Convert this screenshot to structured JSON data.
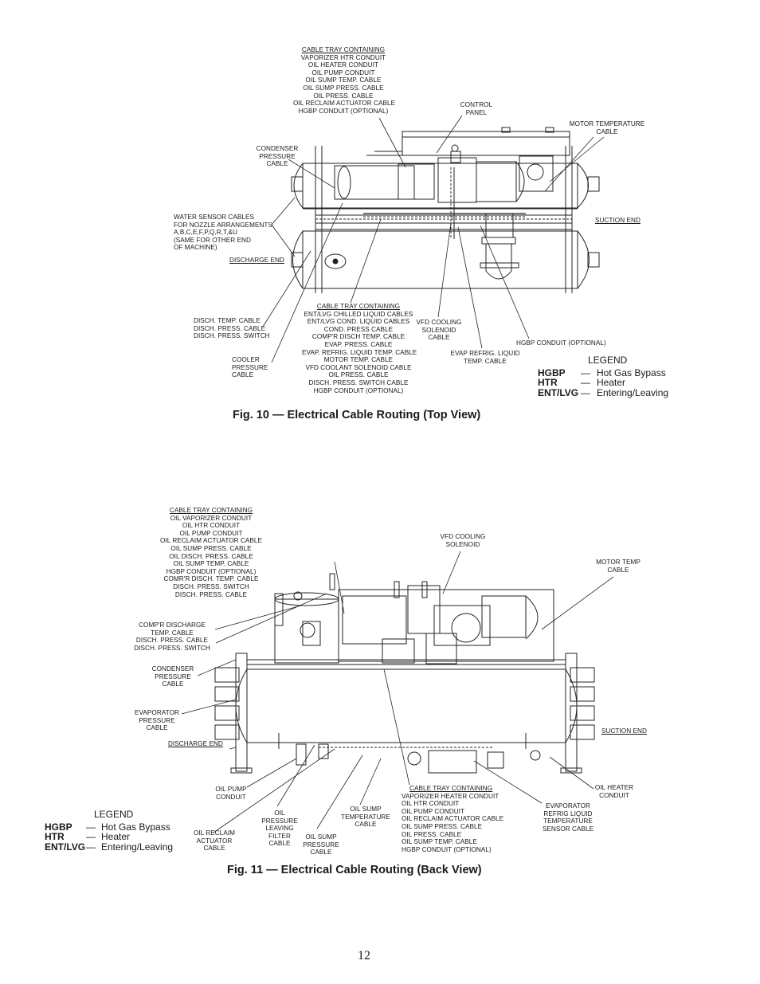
{
  "fig10": {
    "caption": "Fig. 10 — Electrical Cable Routing (Top View)",
    "labels": {
      "tray_top": [
        "CABLE TRAY CONTAINING",
        "VAPORIZER HTR CONDUIT",
        "OIL HEATER CONDUIT",
        "OIL PUMP CONDUIT",
        "OIL SUMP TEMP. CABLE",
        "OIL SUMP PRESS. CABLE",
        "OIL PRESS. CABLE",
        "OIL RECLAIM ACTUATOR CABLE",
        "HGBP CONDUIT (OPTIONAL)"
      ],
      "control_panel": [
        "CONTROL",
        "PANEL"
      ],
      "motor_temp": [
        "MOTOR TEMPERATURE",
        "CABLE"
      ],
      "condenser_pressure": [
        "CONDENSER",
        "PRESSURE",
        "CABLE"
      ],
      "water_sensor": [
        "WATER SENSOR CABLES",
        "FOR NOZZLE ARRANGEMENTS",
        "A,B,C,E,F,P,Q,R,T,&U",
        "(SAME FOR OTHER END",
        "OF MACHINE)"
      ],
      "suction_end": "SUCTION END",
      "discharge_end": "DISCHARGE END",
      "disch_cables": [
        "DISCH. TEMP. CABLE",
        "DISCH. PRESS. CABLE",
        "DISCH. PRESS. SWITCH"
      ],
      "cooler_pressure": [
        "COOLER",
        "PRESSURE",
        "CABLE"
      ],
      "tray_bottom": [
        "CABLE TRAY CONTAINING",
        "ENT/LVG CHILLED LIQUID CABLES",
        "ENT/LVG COND. LIQUID CABLES",
        "COND. PRESS CABLE",
        "COMP'R DISCH TEMP. CABLE",
        "EVAP. PRESS. CABLE",
        "EVAP. REFRIG. LIQUID TEMP. CABLE",
        "MOTOR TEMP. CABLE",
        "VFD COOLANT SOLENOID CABLE",
        "OIL PRESS. CABLE",
        "DISCH. PRESS. SWITCH CABLE",
        "HGBP CONDUIT (OPTIONAL)"
      ],
      "vfd_cooling": [
        "VFD COOLING",
        "SOLENOID",
        "CABLE"
      ],
      "evap_refrig": [
        "EVAP REFRIG. LIQUID",
        "TEMP. CABLE"
      ],
      "hgbp_conduit": "HGBP CONDUIT (OPTIONAL)"
    },
    "legend": {
      "title": "LEGEND",
      "rows": [
        {
          "abbr": "HGBP",
          "dash": "—",
          "text": "Hot Gas Bypass"
        },
        {
          "abbr": "HTR",
          "dash": "—",
          "text": "Heater"
        },
        {
          "abbr": "ENT/LVG",
          "dash": "—",
          "text": "Entering/Leaving"
        }
      ]
    }
  },
  "fig11": {
    "caption": "Fig. 11 — Electrical Cable Routing (Back View)",
    "labels": {
      "tray_top": [
        "CABLE TRAY CONTAINING",
        "OIL VAPORIZER CONDUIT",
        "OIL HTR CONDUIT",
        "OIL PUMP CONDUIT",
        "OIL RECLAIM ACTUATOR CABLE",
        "OIL SUMP PRESS. CABLE",
        "OIL DISCH. PRESS. CABLE",
        "OIL SUMP TEMP. CABLE",
        "HGBP CONDUIT (OPTIONAL)",
        "COMR'R DISCH. TEMP. CABLE",
        "DISCH. PRESS. SWITCH",
        "DISCH. PRESS. CABLE"
      ],
      "vfd_cooling": [
        "VFD COOLING",
        "SOLENOID"
      ],
      "motor_temp": [
        "MOTOR TEMP",
        "CABLE"
      ],
      "compr_discharge": [
        "COMP'R DISCHARGE",
        "TEMP. CABLE",
        "DISCH. PRESS. CABLE",
        "DISCH. PRESS. SWITCH"
      ],
      "condenser_pressure": [
        "CONDENSER",
        "PRESSURE",
        "CABLE"
      ],
      "evaporator_pressure": [
        "EVAPORATOR",
        "PRESSURE",
        "CABLE"
      ],
      "discharge_end": "DISCHARGE END",
      "suction_end": "SUCTION END",
      "oil_pump": [
        "OIL PUMP",
        "CONDUIT"
      ],
      "oil_pressure_leaving": [
        "OIL",
        "PRESSURE",
        "LEAVING",
        "FILTER",
        "CABLE"
      ],
      "oil_sump_temp": [
        "OIL SUMP",
        "TEMPERATURE",
        "CABLE"
      ],
      "oil_sump_pressure": [
        "OIL SUMP",
        "PRESSURE",
        "CABLE"
      ],
      "oil_reclaim": [
        "OIL RECLAIM",
        "ACTUATOR",
        "CABLE"
      ],
      "tray_bottom": [
        "CABLE TRAY CONTAINING",
        "VAPORIZER HEATER CONDUIT",
        "OIL HTR CONDUIT",
        "OIL PUMP CONDUIT",
        "OIL RECLAIM ACTUATOR CABLE",
        "OIL SUMP PRESS. CABLE",
        "OIL PRESS. CABLE",
        "OIL SUMP TEMP. CABLE",
        "HGBP CONDUIT (OPTIONAL)"
      ],
      "evap_refrig": [
        "EVAPORATOR",
        "REFRIG LIQUID",
        "TEMPERATURE",
        "SENSOR CABLE"
      ],
      "oil_heater": [
        "OIL HEATER",
        "CONDUIT"
      ]
    },
    "legend": {
      "title": "LEGEND",
      "rows": [
        {
          "abbr": "HGBP",
          "dash": "—",
          "text": "Hot Gas Bypass"
        },
        {
          "abbr": "HTR",
          "dash": "—",
          "text": "Heater"
        },
        {
          "abbr": "ENT/LVG",
          "dash": "—",
          "text": "Entering/Leaving"
        }
      ]
    }
  },
  "page_number": "12"
}
